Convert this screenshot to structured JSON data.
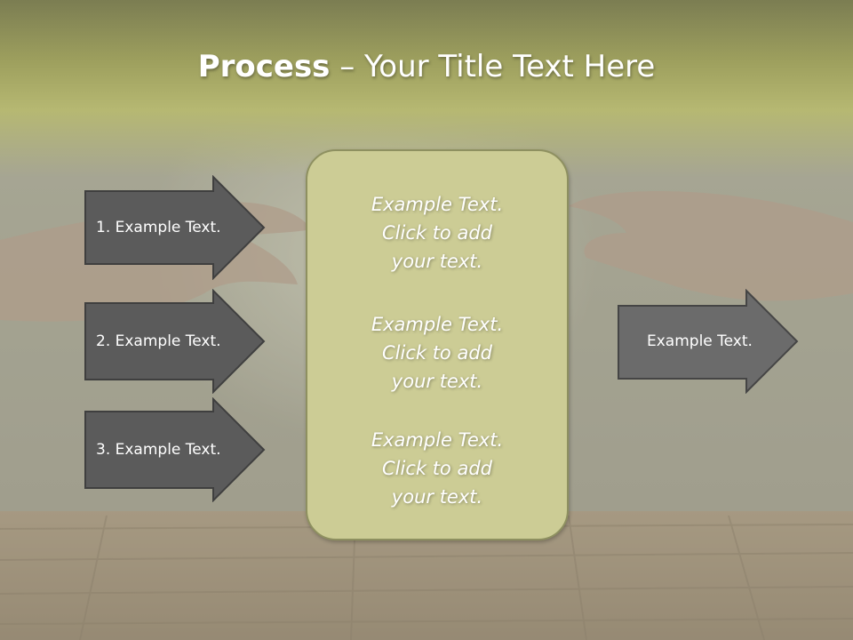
{
  "title": {
    "strong": "Process",
    "rest": " – Your Title Text Here"
  },
  "left_arrows": [
    {
      "label": "1. Example Text."
    },
    {
      "label": "2. Example Text."
    },
    {
      "label": "3. Example Text."
    }
  ],
  "right_arrow": {
    "label": "Example Text."
  },
  "center_blocks": [
    {
      "line1": "Example Text.",
      "line2": "Click  to add",
      "line3": "your text."
    },
    {
      "line1": "Example Text.",
      "line2": "Click  to add",
      "line3": "your text."
    },
    {
      "line1": "Example Text.",
      "line2": "Click  to add",
      "line3": "your text."
    }
  ],
  "colors": {
    "title_band": "#b6b872",
    "arrow_left_fill": "#5b5b5b",
    "arrow_right_fill": "#6b6b6b",
    "center_box_fill": "#cccc95"
  }
}
